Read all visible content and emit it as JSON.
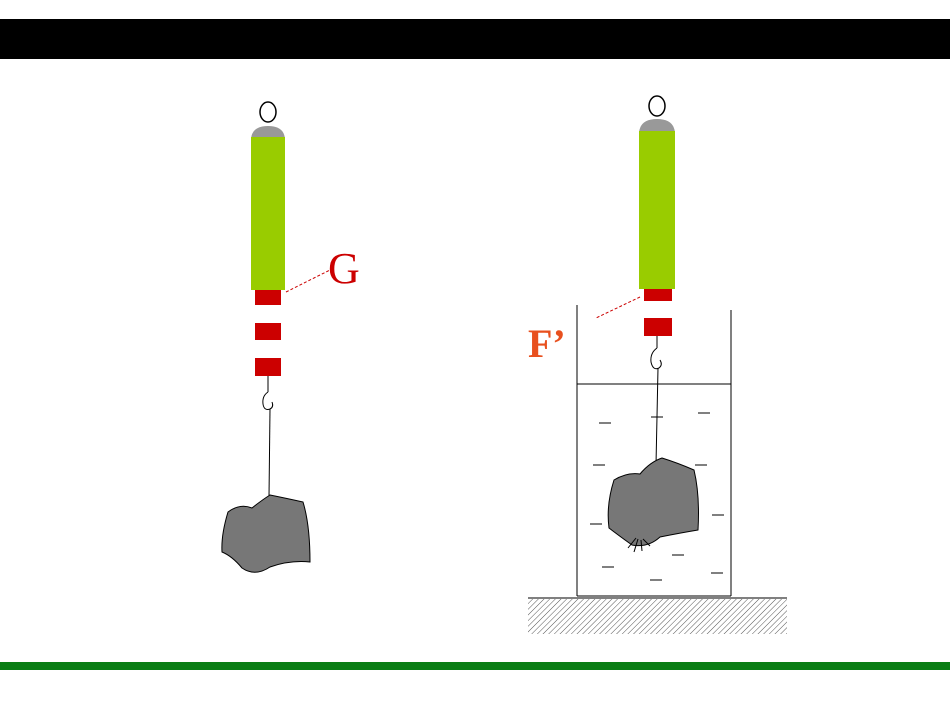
{
  "labels": {
    "g": "G",
    "f_prime": "F’"
  },
  "colors": {
    "header_bar": "#000000",
    "footer_bar": "#0a7d14",
    "spring_body": "#99cc00",
    "spring_cap": "#999999",
    "scale_marks": "#cc0000",
    "rock": "#777777",
    "label_g": "#cc0000",
    "label_f_prime": "#e8501e",
    "water_dash": "#000000"
  },
  "icons": {
    "rock_left": "rock-shape",
    "rock_right": "rock-shape",
    "hook_left": "hook-shape",
    "hook_right": "hook-shape",
    "ground": "hatched-ground"
  }
}
